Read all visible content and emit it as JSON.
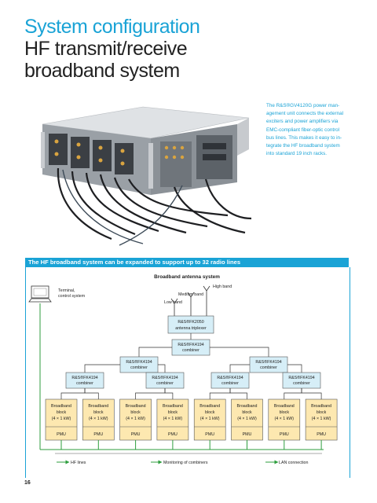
{
  "header": {
    "title_line1": "System configuration",
    "title_line2": "HF transmit/receive",
    "title_line3": "broadband system"
  },
  "caption": {
    "lines": [
      "The R&S®GV4120G power man-",
      "agement unit connects the external",
      "exciters and power amplifiers via",
      "EMC-compliant fiber-optic control",
      "bus lines. This makes it easy to in-",
      "tegrate the HF broadband system",
      "into standard 19 inch racks."
    ]
  },
  "banner": {
    "text": "The HF broadband system can be expanded to support up to 32 radio lines"
  },
  "diagram": {
    "antenna_system": "Broadband antenna system",
    "terminal": [
      "Terminal,",
      "control system"
    ],
    "bands": {
      "high": "High band",
      "medium": "Medium band",
      "low": "Low band"
    },
    "triplexer": [
      "R&S®FK2050",
      "antenna triplexer"
    ],
    "combiner_top": [
      "R&S®FK4194",
      "combiner"
    ],
    "combiner_mid_left": [
      "R&S®FK4194",
      "combiner"
    ],
    "combiner_mid_right": [
      "R&S®FK4194",
      "combiner"
    ],
    "combiners_low": [
      [
        "R&S®FK4194",
        "combiner"
      ],
      [
        "R&S®FK4194",
        "combiner"
      ],
      [
        "R&S®FK4194",
        "combiner"
      ],
      [
        "R&S®FK4194",
        "combiner"
      ]
    ],
    "block_lines": [
      "Broadband",
      "block",
      "(4 × 1 kW)"
    ],
    "pmu_label": "PMU",
    "block_count": 8,
    "legend": {
      "hf": "HF lines",
      "monitoring": "Monitoring of combiners",
      "lan": "LAN connection"
    },
    "colors": {
      "accent": "#1aa3d6",
      "block_fill": "#fde8b0",
      "combiner_fill": "#d6eef7",
      "box_stroke": "#555555",
      "green": "#2e9e3e"
    }
  },
  "page_number": "16"
}
